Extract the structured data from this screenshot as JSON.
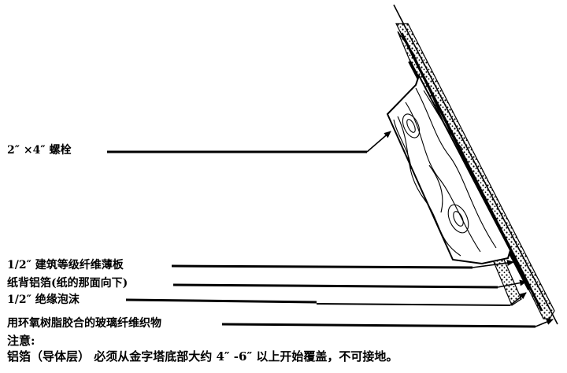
{
  "labels": {
    "stud": "2″ ×4″ 螺栓",
    "fiberboard": "1/2″ 建筑等级纤维薄板",
    "foil": "纸背铝箔(纸的那面向下)",
    "foam": "1/2″ 绝缘泡沫",
    "fabric": "用环氧树脂胶合的玻璃纤维织物"
  },
  "note": {
    "title": "注意:",
    "text": "铝箔（导体层） 必须从金字塔底部大约 4″ -6″ 以上开始覆盖，不可接地。"
  },
  "colors": {
    "ink": "#000000",
    "paper": "#ffffff"
  }
}
